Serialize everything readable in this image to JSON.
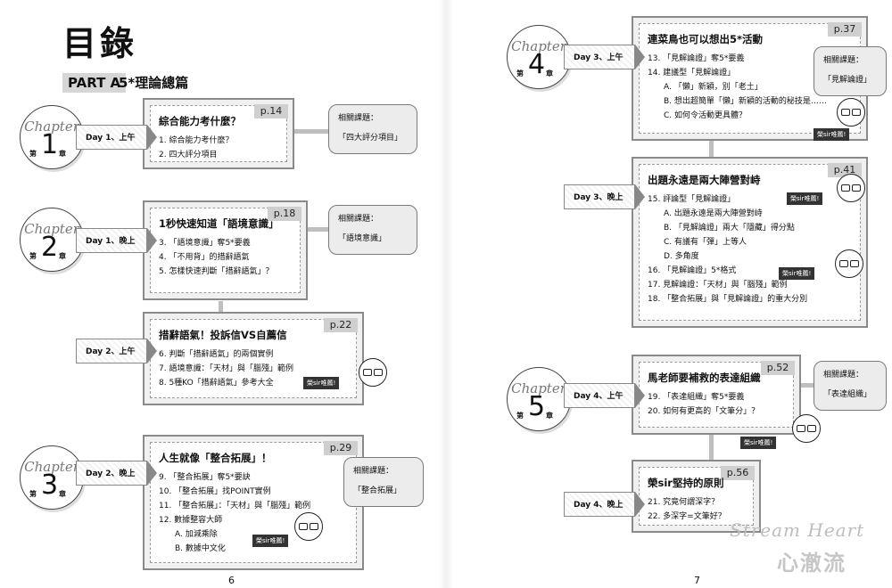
{
  "title": "目錄",
  "part": {
    "label": "PART A",
    "subtitle": "5*理論總篇"
  },
  "page_numbers": {
    "left": "6",
    "right": "7"
  },
  "related_label": "相關課題：",
  "teacher_badge": "榮sir唯薦!",
  "chapter_word": "Chapter",
  "chapter_di": "第",
  "chapter_zhang": "章",
  "chapters": [
    {
      "num": "1"
    },
    {
      "num": "2"
    },
    {
      "num": "3"
    },
    {
      "num": "4"
    },
    {
      "num": "5"
    }
  ],
  "ribbons": [
    "Day 1、上午",
    "Day 1、晚上",
    "Day 2、上午",
    "Day 2、晚上",
    "Day 3、上午",
    "Day 3、晚上",
    "Day 4、上午",
    "Day 4、晚上"
  ],
  "cards": [
    {
      "page": "p.14",
      "title": "綜合能力考什麼？",
      "items": [
        "1. 綜合能力考什麼？",
        "2. 四大評分項目"
      ]
    },
    {
      "page": "p.18",
      "title": "1秒快速知道「語境意識」",
      "items": [
        "3. 「語境意識」奪5*要義",
        "4. 「不用背」的措辭語氣",
        "5. 怎樣快速判斷「措辭語氣」？"
      ]
    },
    {
      "page": "p.22",
      "title": "措辭語氣！投訴信VS自薦信",
      "items": [
        "6. 判斷「措辭語氣」的兩個實例",
        "7. 語境意識：「天材」與「腦殘」範例",
        "8. 5種KO「措辭語氣」參考大全"
      ]
    },
    {
      "page": "p.29",
      "title": "人生就像「整合拓展」！",
      "items": [
        "9. 「整合拓展」奪5*要訣",
        "10. 「整合拓展」找POINT實例",
        "11. 「整合拓展」：「天材」與「腦殘」範例",
        "12. 數據整容大師"
      ],
      "subitems": [
        "A. 加減乘除",
        "B. 數據中文化"
      ]
    },
    {
      "page": "p.37",
      "title": "連菜鳥也可以想出5*活動",
      "items": [
        "13. 「見解論證」奪5*要義",
        "14. 建議型「見解論證」"
      ],
      "subitems": [
        "A. 「懶」新穎，別「老土」",
        "B. 想出超簡單「懶」新穎的活動的秘技是……",
        "C. 如何令活動更具體？"
      ]
    },
    {
      "page": "p.41",
      "title": "出題永遠是兩大陣營對峙",
      "items": [
        "15. 評論型「見解論證」",
        "16. 「見解論證」5*格式",
        "17. 見解論證：「天材」與「腦殘」範例",
        "18. 「整合拓展」與「見解論證」的重大分別"
      ],
      "subitems": [
        "A. 出題永遠是兩大陣營對峙",
        "B. 「見解論證」兩大「隱藏」得分點",
        "C. 有議有「彈」上等人",
        "D. 多角度"
      ]
    },
    {
      "page": "p.52",
      "title": "馬老師要補救的表達組織",
      "items": [
        "19. 「表達組織」奪5*要義",
        "20. 如何有更高的「文筆分」？"
      ]
    },
    {
      "page": "p.56",
      "title": "榮sir堅持的原則",
      "items": [
        "21. 究竟何謂深字？",
        "22. 多深字=文筆好？"
      ]
    }
  ],
  "related": [
    "「四大評分項目」",
    "「語境意識」",
    "「整合拓展」",
    "「見解論證」",
    "「表達組織」"
  ],
  "watermark": {
    "line1": "Stream Heart",
    "line2": "心澈流"
  }
}
